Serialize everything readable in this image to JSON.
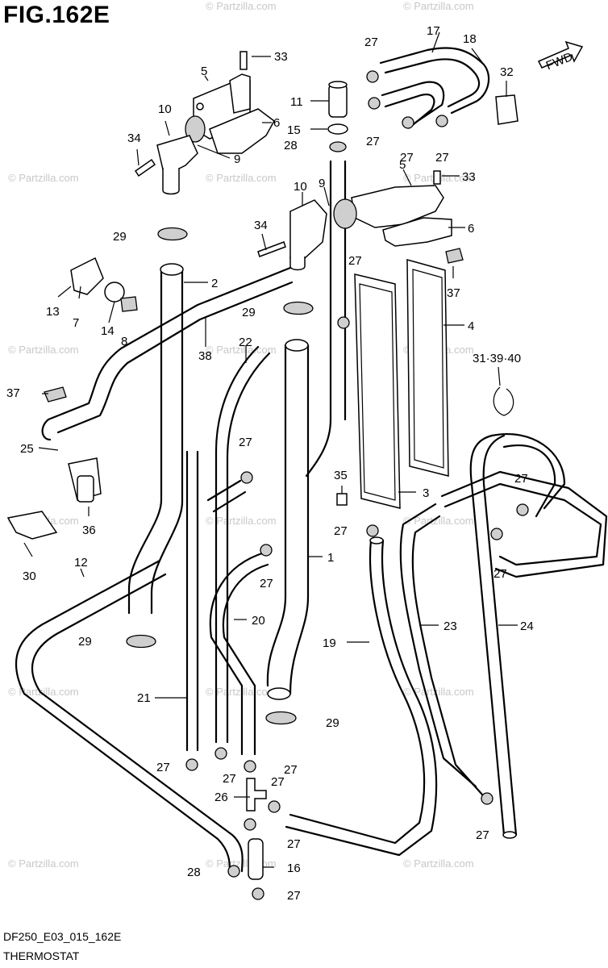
{
  "figure": {
    "title": "FIG.162E",
    "code": "DF250_E03_015_162E",
    "caption": "THERMOSTAT",
    "fwd_label": "FWD"
  },
  "watermark": "© Partzilla.com",
  "callouts": [
    "1",
    "2",
    "3",
    "4",
    "5",
    "6",
    "7",
    "8",
    "9",
    "10",
    "11",
    "12",
    "13",
    "14",
    "15",
    "16",
    "17",
    "18",
    "19",
    "20",
    "21",
    "22",
    "23",
    "24",
    "25",
    "26",
    "27",
    "28",
    "29",
    "30",
    "31·39·40",
    "32",
    "33",
    "34",
    "35",
    "36",
    "37",
    "38"
  ],
  "colors": {
    "line": "#000000",
    "watermark": "#c8c8c8",
    "background": "#ffffff"
  }
}
